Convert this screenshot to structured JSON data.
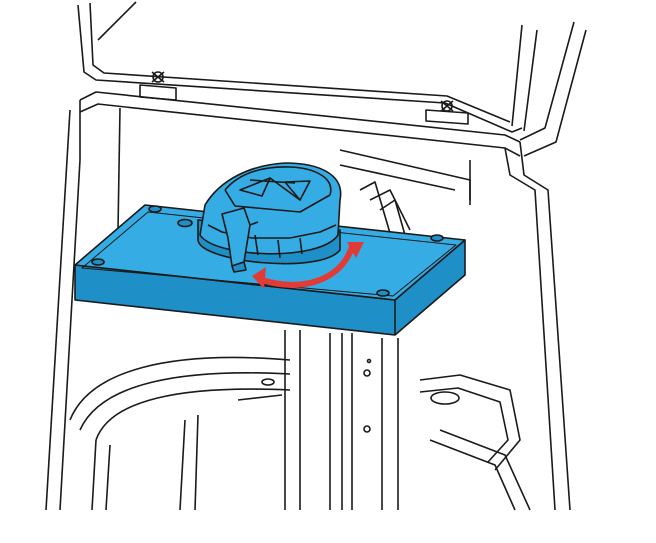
{
  "illustration": {
    "parts": [
      {
        "id": "lid",
        "name": "printer-lid"
      },
      {
        "id": "frame",
        "name": "printer-frame"
      },
      {
        "id": "z-rail",
        "name": "z-axis-rail"
      },
      {
        "id": "build-plate",
        "name": "build-plate"
      },
      {
        "id": "knob",
        "name": "locking-knob"
      },
      {
        "id": "rotation-arrow",
        "name": "rotation-arrow"
      }
    ],
    "colors": {
      "plate": "#35ace4",
      "plate_dark": "#1f8fc8",
      "arrow": "#e23b36",
      "line": "#1a1a1a",
      "background": "#ffffff"
    },
    "rotation": "clockwise"
  }
}
